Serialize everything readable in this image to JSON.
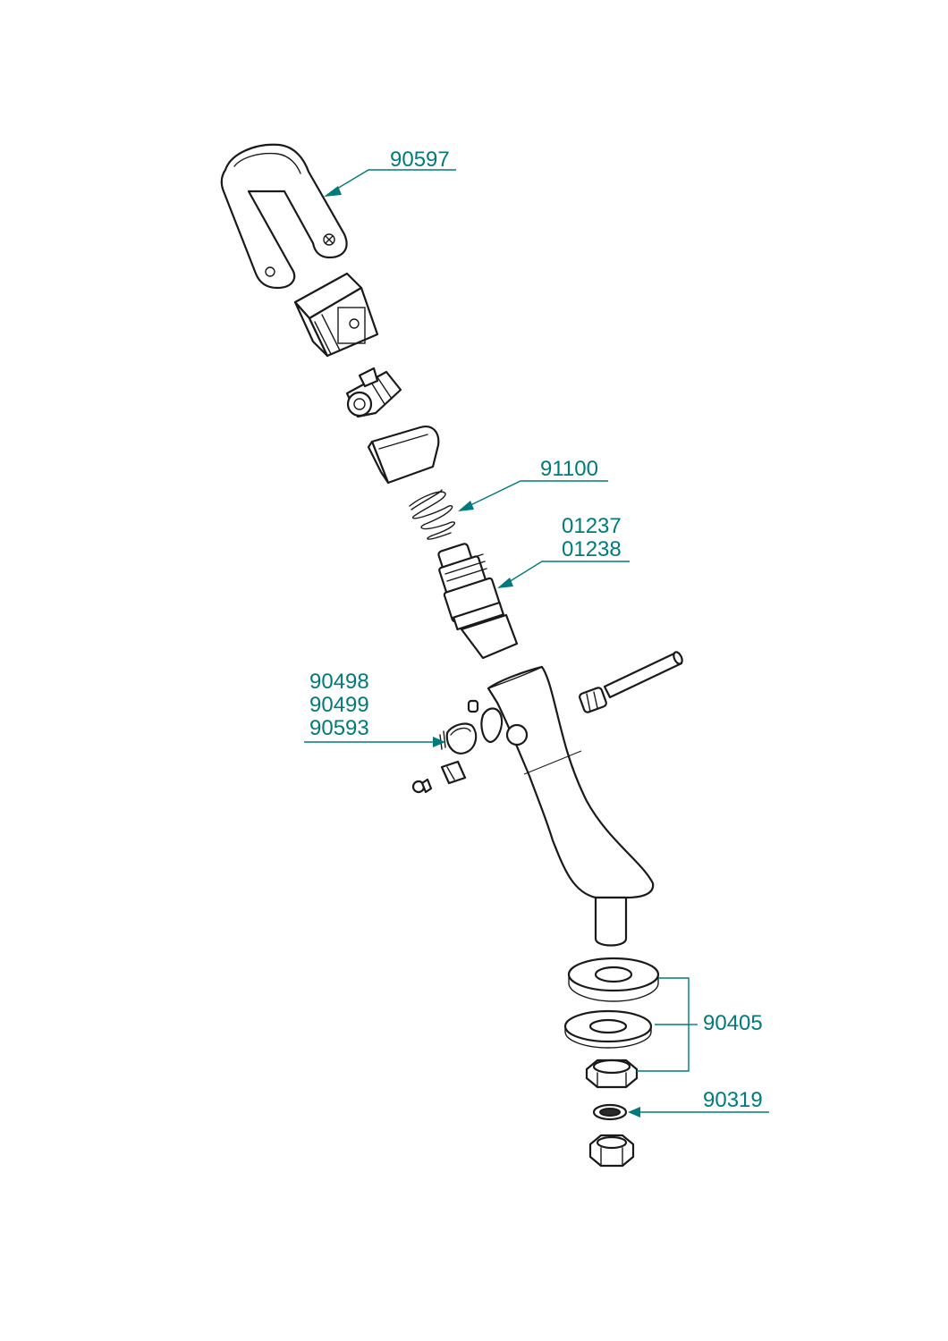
{
  "colors": {
    "accent": "#007a7a",
    "line": "#1a1a1a",
    "background": "#ffffff"
  },
  "callouts": [
    {
      "id": "c1",
      "lines": [
        "90597"
      ]
    },
    {
      "id": "c2",
      "lines": [
        "91100"
      ]
    },
    {
      "id": "c3",
      "lines": [
        "01237",
        "01238"
      ]
    },
    {
      "id": "c4",
      "lines": [
        "90498",
        "90499",
        "90593"
      ]
    },
    {
      "id": "c5",
      "lines": [
        "90405"
      ]
    },
    {
      "id": "c6",
      "lines": [
        "90319"
      ]
    }
  ]
}
